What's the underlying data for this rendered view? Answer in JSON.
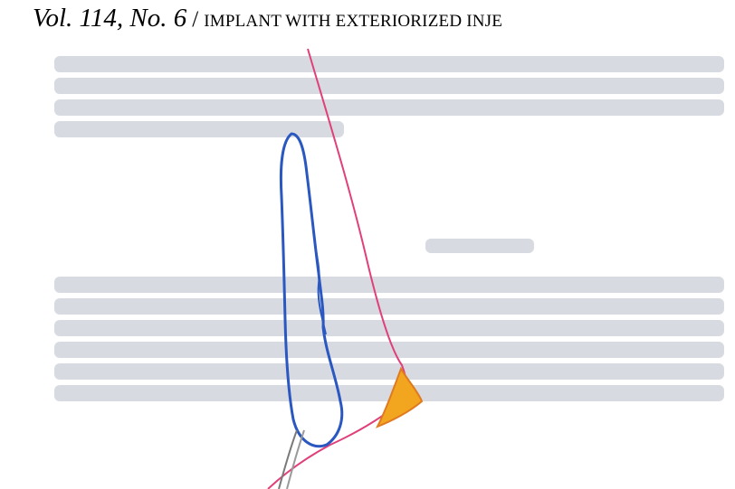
{
  "header": {
    "volume": "Vol. 114, No. 6",
    "separator": "/",
    "title": "IMPLANT WITH EXTERIORIZED INJE"
  },
  "figure": {
    "elements": [
      "nasal-profile-line",
      "implant-outline",
      "injection-tube",
      "exposed-tip-area"
    ],
    "colors": {
      "profile_line": "#e0407a",
      "implant_outline": "#2a58c0",
      "tip_fill": "#f2a51e",
      "tip_border": "#e07a20",
      "tube": "#7a7a7a",
      "bleed_through_text": "#b6bcc8"
    }
  }
}
